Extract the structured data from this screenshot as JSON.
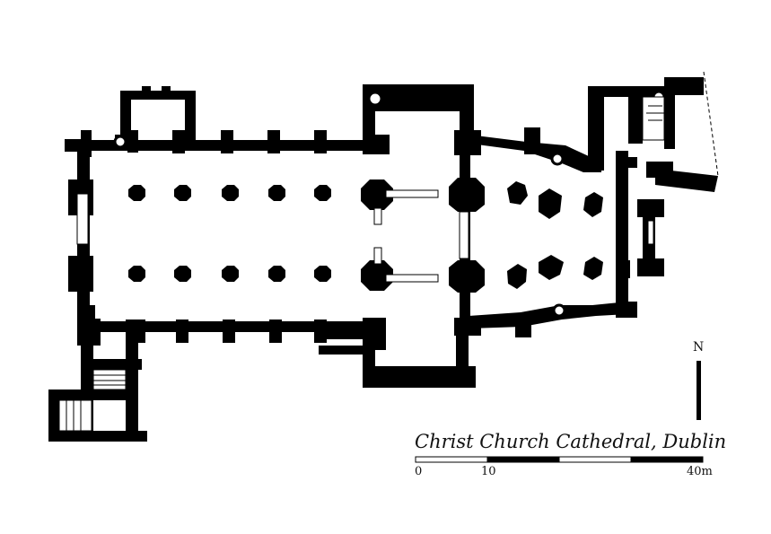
{
  "title": "Christ Church Cathedral, Dublin",
  "north_label": "N",
  "scale": {
    "labels": [
      "0",
      "10",
      "40m"
    ]
  },
  "colors": {
    "ink": "#000000",
    "paper": "#ffffff"
  }
}
